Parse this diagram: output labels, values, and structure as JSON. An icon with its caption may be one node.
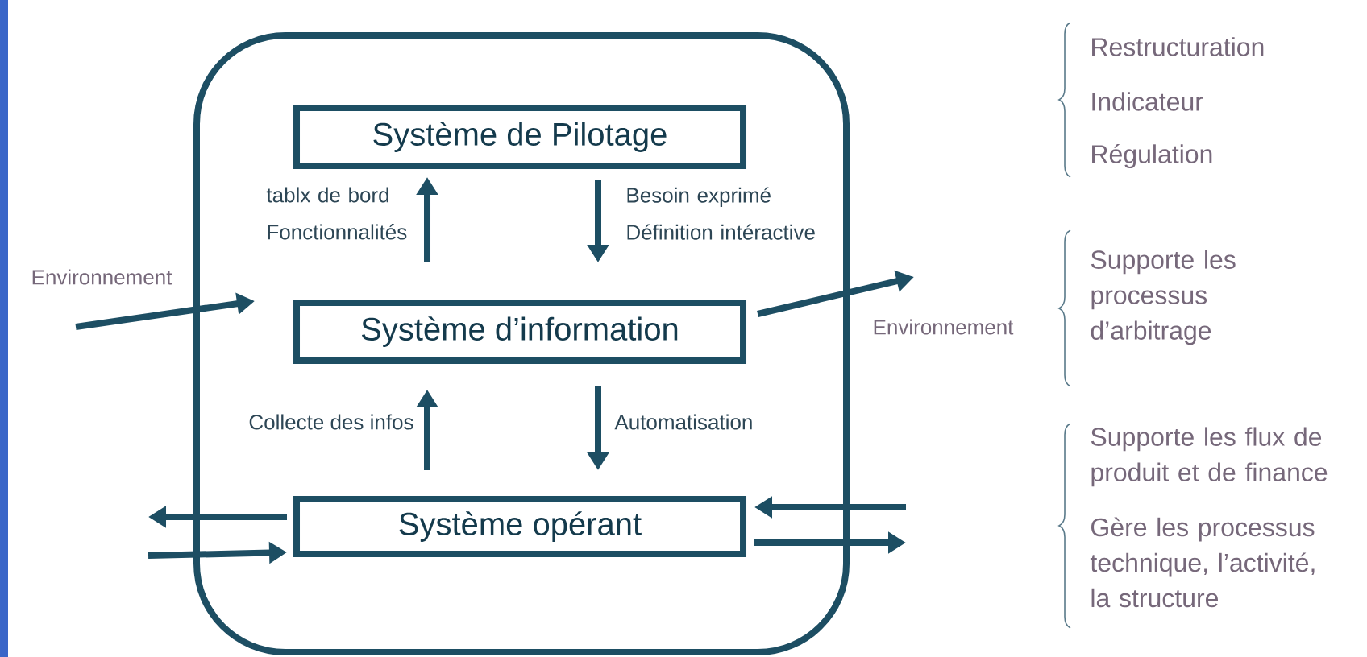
{
  "diagram": {
    "nodes": [
      {
        "text": [],
        "shape": "box"
      },
      {
        "text": [
          "Système de Pilotage"
        ],
        "in": 0
      },
      {
        "text": [
          "Système d’information"
        ],
        "in": 0
      },
      {
        "text": [
          "Système opérant"
        ],
        "in": 0
      },
      {
        "text": [
          "Environnement"
        ]
      },
      {
        "text": [
          "Environnement"
        ]
      }
    ],
    "edges": [
      {
        "from": 2,
        "to": 1,
        "arrow": "to",
        "label": "tablx de bord Fonctionnalités"
      },
      {
        "from": 1,
        "to": 2,
        "arrow": "to",
        "label": "Besoin exprimé Définition intéractive"
      },
      {
        "from": 3,
        "to": 2,
        "arrow": "to",
        "label": "Collecte des infos"
      },
      {
        "from": 2,
        "to": 3,
        "arrow": "to",
        "label": "Automatisation"
      },
      {
        "from": 4,
        "to": 2,
        "arrow": "to"
      },
      {
        "from": 2,
        "to": 5,
        "arrow": "to"
      },
      {
        "from": 3,
        "to": null,
        "arrow": "to"
      },
      {
        "from": null,
        "to": 3,
        "arrow": "to"
      },
      {
        "from": null,
        "to": 3,
        "arrow": "to"
      },
      {
        "from": 3,
        "to": null,
        "arrow": "to"
      }
    ],
    "labels": [
      "Restructuration",
      "Indicateur",
      "Régulation",
      "Supporte les processus d’arbitrage",
      "Supporte les flux de produit et de finance",
      "Gère les processus technique, l’activité, la structure"
    ]
  }
}
